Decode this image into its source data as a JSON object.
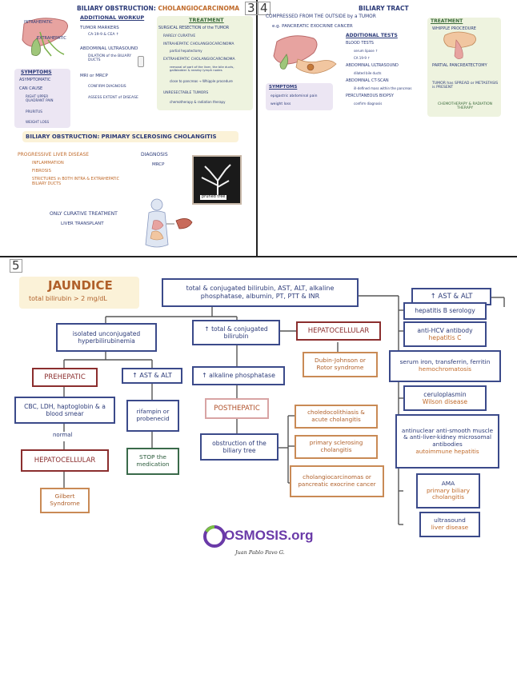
{
  "page_numbers": {
    "p3": "3",
    "p4": "4",
    "p5": "5"
  },
  "panel3": {
    "title_prefix": "BILIARY OBSTRUCTION:",
    "title_suffix": "CHOLANGIOCARCINOMA",
    "liver_labels": {
      "intrahepatic": "INTRAHEPATIC",
      "extrahepatic": "EXTRAHEPATIC"
    },
    "workup_header": "ADDITIONAL WORKUP",
    "workup": [
      {
        "main": "TUMOR MARKERS",
        "sub": "CA-19-9 & CEA ↑"
      },
      {
        "main": "ABDOMINAL ULTRASOUND",
        "sub": "DILATION of the BILIARY DUCTS"
      },
      {
        "main": "MRI or MRCP",
        "sub": "CONFIRM DIAGNOSIS"
      },
      {
        "main": "",
        "sub": "ASSESS EXTENT of DISEASE"
      }
    ],
    "symptoms_header": "SYMPTOMS",
    "symptoms": [
      "ASYMPTOMATIC",
      "CAN CAUSE",
      "RIGHT UPPER QUADRANT PAIN",
      "PRURITUS",
      "WEIGHT LOSS"
    ],
    "treatment_header": "TREATMENT",
    "treatment": [
      "SURGICAL RESECTION of the TUMOR",
      "RARELY CURATIVE",
      "INTRAHEPATIC CHOLANGIOCARCINOMA",
      "partial hepatectomy",
      "EXTRAHEPATIC CHOLANGIOCARCINOMA",
      "removal of part of the liver, the bile ducts, gallbladder & nearby lymph nodes",
      "close to pancreas → Whipple procedure",
      "UNRESECTABLE TUMORS",
      "chemotherapy & radiation therapy"
    ]
  },
  "panel4": {
    "title": "BILIARY TRACT",
    "lead1": "COMPRESSED FROM THE OUTSIDE by a TUMOR",
    "lead2": "e.g. PANCREATIC EXOCRINE CANCER",
    "tests_header": "ADDITIONAL TESTS",
    "tests": [
      "BLOOD TESTS",
      "serum lipase ↑",
      "CA 19-9 ↑",
      "ABDOMINAL ULTRASOUND",
      "dilated bile ducts",
      "ABDOMINAL CT-SCAN",
      "ill-defined mass within the pancreas",
      "PERCUTANEOUS BIOPSY",
      "confirm diagnosis"
    ],
    "symptoms_header": "SYMPTOMS",
    "symptoms": [
      "epigastric abdominal pain",
      "weight loss"
    ],
    "treatment_header": "TREATMENT",
    "treatment": [
      "WHIPPLE PROCEDURE",
      "PARTIAL PANCREATECTOMY",
      "TUMOR has SPREAD or METASTASIS is PRESENT",
      "CHEMOTHERAPY & RADIATION THERAPY"
    ]
  },
  "panel_psc": {
    "title": "BILIARY OBSTRUCTION: PRIMARY SCLEROSING CHOLANGITIS",
    "lead": "PROGRESSIVE LIVER DISEASE",
    "items": [
      "INFLAMMATION",
      "FIBROSIS",
      "STRICTURES in BOTH INTRA & EXTRAHEPATIC BILIARY DUCTS"
    ],
    "diag_header": "DIAGNOSIS",
    "diag_item": "MRCP",
    "image_caption": "pruned tree",
    "cure_header": "ONLY CURATIVE TREATMENT",
    "cure_item": "LIVER TRANSPLANT"
  },
  "jaundice": {
    "title": "JAUNDICE",
    "subtitle": "total bilirubin > 2 mg/dL",
    "top_box": "total & conjugated bilirubin, AST, ALT, alkaline phosphatase, albumin, PT, PTT & INR",
    "unconj": "isolated unconjugated hyperbilirubinemia",
    "prehepatic": "PREHEPATIC",
    "cbc": "CBC, LDH, haptoglobin & a blood smear",
    "normal": "normal",
    "hepatocellular_left": "HEPATOCELLULAR",
    "gilbert": "Gilbert Syndrome",
    "ast_alt_mid": "↑ AST & ALT",
    "rifampin": "rifampin or probenecid",
    "stop": "STOP the medication",
    "conj": "↑ total & conjugated bilirubin",
    "hepatocellular_mid": "HEPATOCELLULAR",
    "dubin": "Dubin-Johnson or Rotor syndrome",
    "alk": "↑ alkaline phosphatase",
    "posthepatic": "POSTHEPATIC",
    "obstruction": "obstruction of the biliary tree",
    "causes": [
      "choledocolithiasis & acute cholangitis",
      "primary sclerosing cholangitis",
      "cholangiocarcinomas or pancreatic exocrine cancer"
    ],
    "ast_alt_right": "↑ AST & ALT",
    "right_tests": [
      {
        "test": "hepatitis B serology",
        "dx": ""
      },
      {
        "test": "anti-HCV antibody",
        "dx": "hepatitis C"
      },
      {
        "test": "serum iron, transferrin, ferritin",
        "dx": "hemochromatosis"
      },
      {
        "test": "ceruloplasmin",
        "dx": "Wilson disease"
      },
      {
        "test": "antinuclear anti-smooth muscle & anti-liver-kidney microsomal antibodies",
        "dx": "autoimmune hepatitis"
      },
      {
        "test": "AMA",
        "dx": "primary biliary cholangitis"
      },
      {
        "test": "ultrasound",
        "dx": "liver disease"
      }
    ]
  },
  "footer": {
    "logo_text": "OSMOSIS",
    "logo_suffix": ".org",
    "signature": "Juan Pablo Pavo G."
  },
  "colors": {
    "navy": "#2b3a78",
    "orange": "#c06a2a",
    "red": "#8b2e2e",
    "green_shade": "#eef3df",
    "purple_shade": "#ece6f3",
    "yellow_shade": "#fbf2d8",
    "osmosis_purple": "#6a3aa8",
    "osmosis_green": "#7ac043"
  }
}
